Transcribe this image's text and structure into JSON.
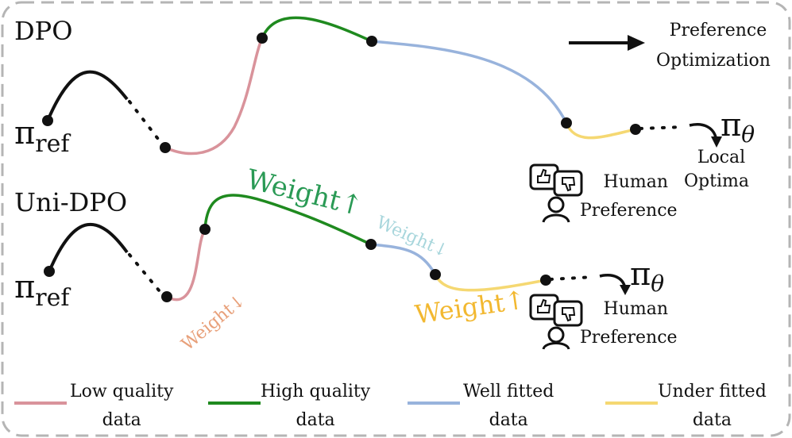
{
  "top_panel": {
    "title": "DPO",
    "start_label_main": "π",
    "start_label_sub": "ref",
    "end_label_main": "π",
    "end_label_sub": "θ",
    "local_optima_line1": "Local",
    "local_optima_line2": "Optima",
    "human_pref_line1": "Human",
    "human_pref_line2": "Preference"
  },
  "arrow_legend": {
    "line1": "Preference",
    "line2": "Optimization"
  },
  "bottom_panel": {
    "title": "Uni-DPO",
    "start_label_main": "π",
    "start_label_sub": "ref",
    "end_label_main": "π",
    "end_label_sub": "θ",
    "weight_low": "Weight↓",
    "weight_high": "Weight↑",
    "weight_well": "Weight↓",
    "weight_under": "Weight↑",
    "human_pref_line1": "Human",
    "human_pref_line2": "Preference"
  },
  "legend": [
    {
      "line1": "Low quality",
      "line2": "data",
      "color": "#d9939b"
    },
    {
      "line1": "High quality",
      "line2": "data",
      "color": "#1f8a1f"
    },
    {
      "line1": "Well fitted",
      "line2": "data",
      "color": "#98b3dc"
    },
    {
      "line1": "Under fitted",
      "line2": "data",
      "color": "#f5d872"
    }
  ],
  "colors": {
    "black": "#111111",
    "low": "#d9939b",
    "high": "#1f8a1f",
    "well": "#98b3dc",
    "under": "#f5d872",
    "weight_low_text": "#e8a07a",
    "weight_high_text": "#2a9a55",
    "weight_well_text": "#a8d6dc",
    "weight_under_text": "#f2b830",
    "border": "#b5b5b5"
  },
  "icons": [
    "thumbs-up-icon",
    "thumbs-down-icon",
    "person-icon"
  ]
}
